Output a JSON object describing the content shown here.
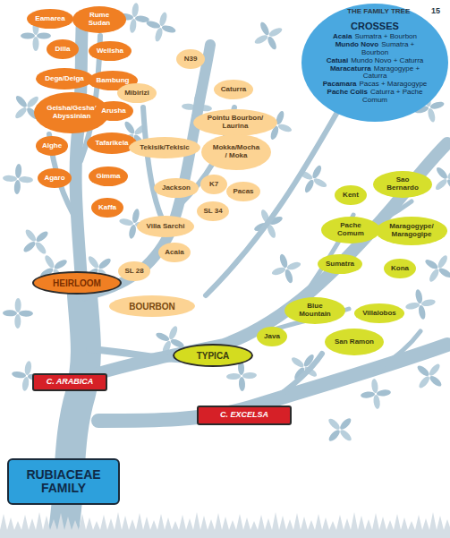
{
  "diagram": {
    "nodes": [
      {
        "text": [
          "Eamarea"
        ]
      },
      {
        "text": [
          "Rume Sudan"
        ]
      },
      {
        "text": [
          "Dilla"
        ]
      },
      {
        "text": [
          "Wellsha"
        ]
      },
      {
        "text": [
          "Dega/Deiga"
        ]
      },
      {
        "text": [
          "Bambung"
        ]
      },
      {
        "text": [
          "Geisha/Gesha/ Abyssinian"
        ]
      },
      {
        "text": [
          "Arusha"
        ]
      },
      {
        "text": [
          "Alghe"
        ]
      },
      {
        "text": [
          "Tafarikela"
        ]
      },
      {
        "text": [
          "Agaro"
        ]
      },
      {
        "text": [
          "Gimma"
        ]
      },
      {
        "text": [
          "Kaffa"
        ]
      },
      {
        "text": [
          "HEIRLOOM"
        ]
      },
      {
        "text": [
          "N39"
        ]
      },
      {
        "text": [
          "Mibirizi"
        ]
      },
      {
        "text": [
          "Caturra"
        ]
      },
      {
        "text": [
          "Pointu Bourbon/ Laurina"
        ]
      },
      {
        "text": [
          "Tekisik/Tekisic"
        ]
      },
      {
        "text": [
          "Mokka/Mocha/ Moka"
        ]
      },
      {
        "text": [
          "Jackson"
        ]
      },
      {
        "text": [
          "K7"
        ]
      },
      {
        "text": [
          "Pacas"
        ]
      },
      {
        "text": [
          "SL 34"
        ]
      },
      {
        "text": [
          "Villa Sarchi"
        ]
      },
      {
        "text": [
          "Acaia"
        ]
      },
      {
        "text": [
          "SL 28"
        ]
      },
      {
        "text": [
          "BOURBON"
        ]
      },
      {
        "text": [
          "CROSSES",
          "Acaia",
          "Sumatra + Bourbon",
          "Mundo Novo",
          "Sumatra + Bourbon",
          "Catuai",
          "Mundo Novo + Caturra",
          "Maracaturra",
          "Maragogype + Caturra",
          "Pacamara",
          "Pacas + Maragogype",
          "Pache Colis",
          "Caturra + Pache Comum"
        ]
      },
      {
        "text": [
          "Sao Bernardo"
        ]
      },
      {
        "text": [
          "Kent"
        ]
      },
      {
        "text": [
          "Maragogype/ Maragogipe"
        ]
      },
      {
        "text": [
          "Pache Comum"
        ]
      },
      {
        "text": [
          "Sumatra"
        ]
      },
      {
        "text": [
          "Kona"
        ]
      },
      {
        "text": [
          "Blue Mountain"
        ]
      },
      {
        "text": [
          "Villalobos"
        ]
      },
      {
        "text": [
          "San Ramon"
        ]
      },
      {
        "text": [
          "Java"
        ]
      },
      {
        "text": [
          "TYPICA"
        ]
      },
      {
        "text": [
          "C. ARABICA"
        ]
      },
      {
        "text": [
          "C. EXCELSA"
        ]
      },
      {
        "text": [
          "RUBIACEAE FAMILY"
        ]
      }
    ],
    "labels": [
      "THE FAMILY TREE",
      "15"
    ]
  }
}
